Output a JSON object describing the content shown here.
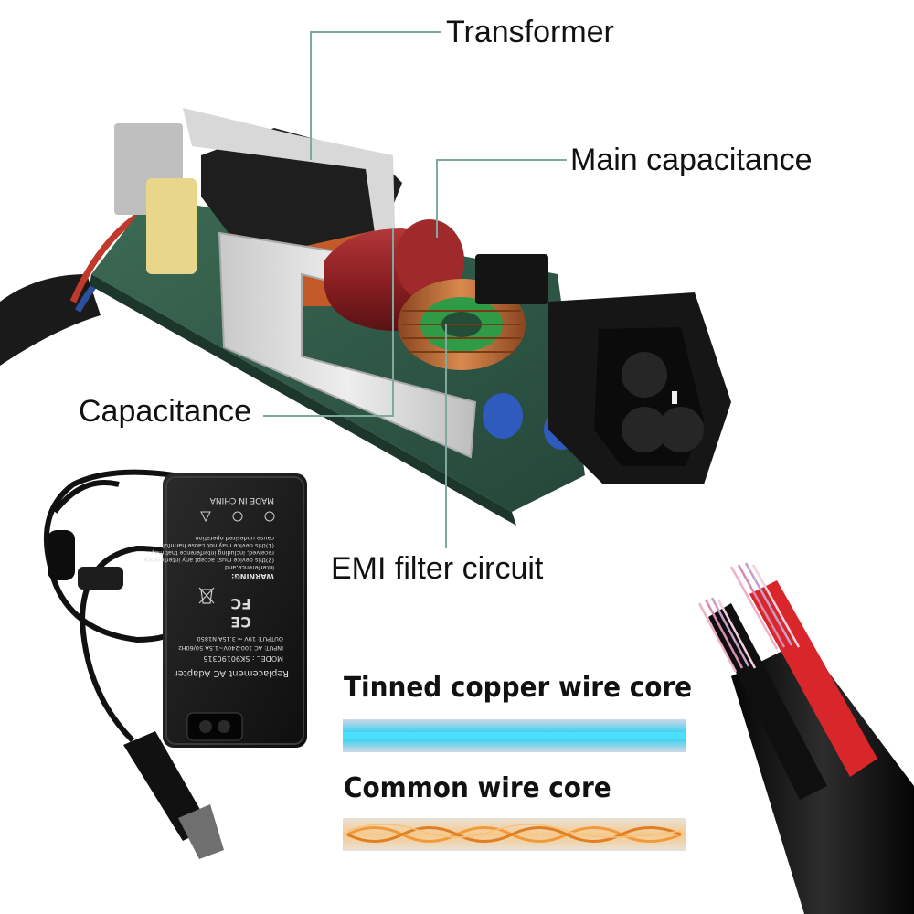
{
  "callouts": {
    "transformer": "Transformer",
    "main_capacitance": "Main capacitance",
    "capacitance": "Capacitance",
    "emi_filter": "EMI filter circuit"
  },
  "legend": {
    "tinned": "Tinned copper wire core",
    "common": "Common wire core"
  },
  "adapter_label": {
    "made_in": "MADE IN CHINA",
    "warning": "WARNING:",
    "warn_1": "interference,and",
    "warn_2": "(2)this device must accept any interference",
    "warn_3": "received, including interference that may",
    "warn_4": "cause undesired operation.",
    "warn_0": "(1)this device may not cause harmful",
    "fc": "FC",
    "ce": "CE",
    "output": "OUTPUT: 19V ⎓ 3.15A  N1850",
    "input": "INPUT: AC 100-240V~1.5A  50/60Hz",
    "model": "MODEL : SK90190315",
    "title": "Replacement AC Adapter"
  },
  "colors": {
    "leader_line": "#7fa8a0",
    "pcb": "#2f5a45",
    "transformer_core": "#1e1e1e",
    "copper_coil": "#b5652f",
    "main_cap": "#8c1f22",
    "heatsink": "#d9d9d9",
    "tinned_glow": "#2bd0f2",
    "common_glow": "#f1a24a",
    "red_wire": "#d8262a"
  },
  "icons": [
    "transformer-icon",
    "capacitor-icon",
    "ac-socket-icon",
    "power-adapter-icon",
    "dc-plug-icon",
    "cable-icon"
  ]
}
